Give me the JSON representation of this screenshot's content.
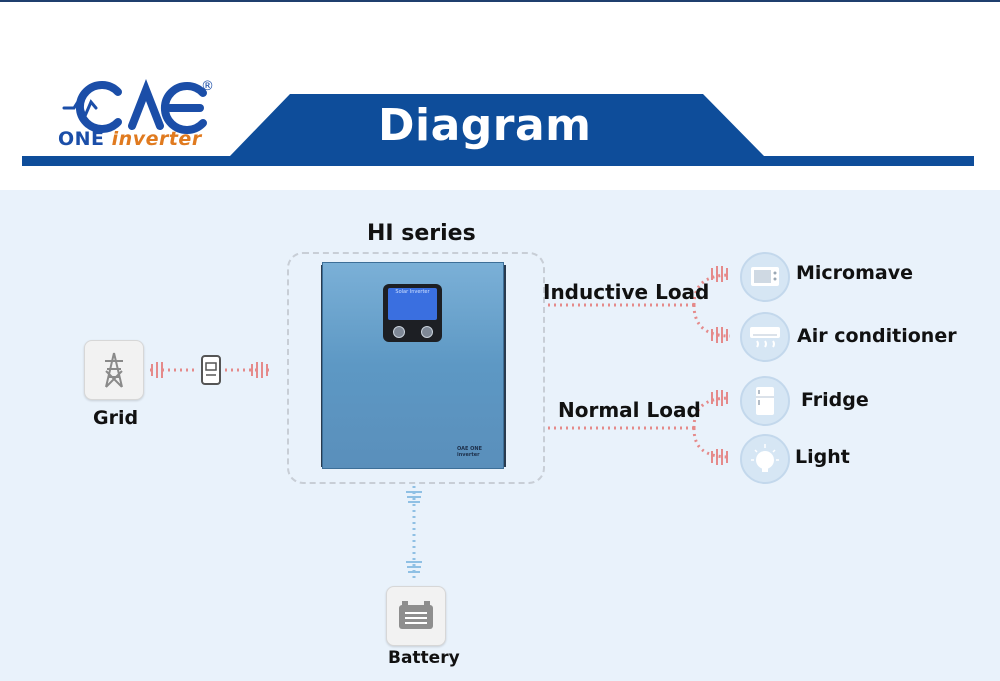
{
  "brand": {
    "logo_mark": "OAE",
    "logo_one": "ONE",
    "logo_inverter": "inverter",
    "registered": "®"
  },
  "header": {
    "title": "Diagram"
  },
  "diagram": {
    "product_label": "HI series",
    "inverter_screen_title": "Solar Inverter",
    "inverter_logo": "OAE ONE inverter",
    "grid_label": "Grid",
    "battery_label": "Battery",
    "inductive_load_label": "Inductive Load",
    "normal_load_label": "Normal Load",
    "loads": {
      "micromave": "Micromave",
      "air_conditioner": "Air conditioner",
      "fridge": "Fridge",
      "light": "Light"
    }
  },
  "colors": {
    "banner_blue": "#0e4d9a",
    "logo_blue": "#1b4ea8",
    "logo_orange": "#e07a1f",
    "panel_bg": "#e9f2fb",
    "link_red": "#e58a8a",
    "link_blue": "#8fc0e4",
    "inverter_blue": "#5d98c4"
  },
  "icons": {
    "grid": "power-tower-icon",
    "meter": "meter-icon",
    "battery": "battery-icon",
    "micromave": "microwave-icon",
    "air_conditioner": "air-conditioner-icon",
    "fridge": "fridge-icon",
    "light": "lightbulb-icon"
  }
}
